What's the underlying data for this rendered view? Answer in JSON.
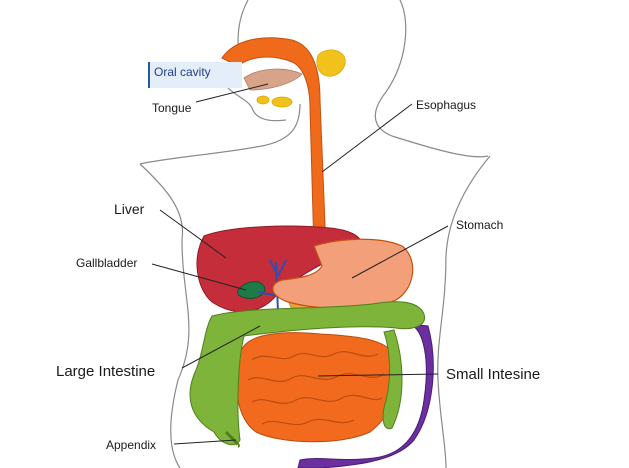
{
  "labels": {
    "oral_cavity": "Oral cavity",
    "tongue": "Tongue",
    "esophagus": "Esophagus",
    "liver": "Liver",
    "stomach": "Stomach",
    "gallbladder": "Gallbladder",
    "large_intestine": "Large Intestine",
    "small_intestine": "Small Intesine",
    "appendix": "Appendix"
  },
  "colors": {
    "esophagus": "#f06a1c",
    "liver": "#c62d3a",
    "stomach": "#f3a07a",
    "gallbladder": "#1f7a4a",
    "large_intestine": "#7fb43a",
    "small_intestine": "#f26a1e",
    "rectum": "#6b2fa0",
    "salivary_glands": "#f2c21c",
    "bile_duct": "#2d4fb0",
    "oral_cavity_highlight": "#2a56a8"
  }
}
